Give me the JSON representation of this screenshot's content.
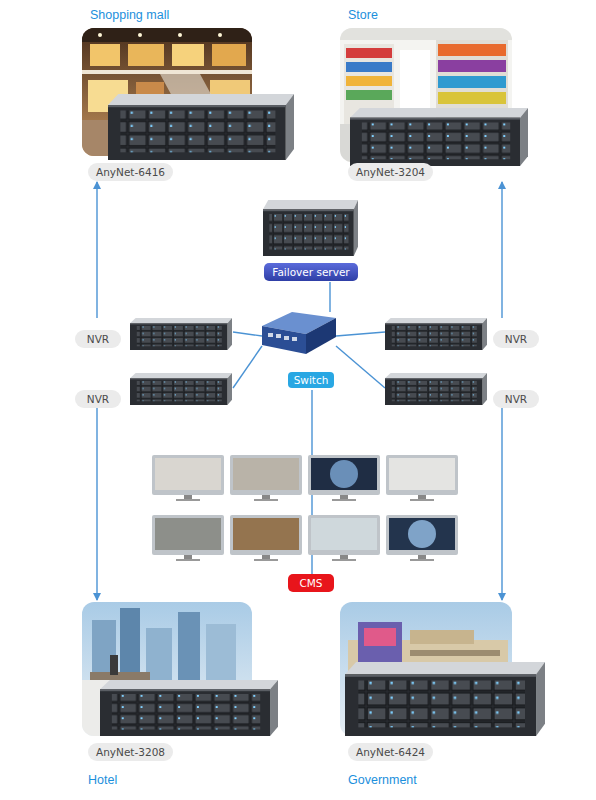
{
  "diagram": {
    "nodes": [
      {
        "text": [
          "Shopping mall",
          "AnyNet-6416"
        ]
      },
      {
        "text": [
          "Store",
          "AnyNet-3204"
        ]
      },
      {
        "text": [
          "Failover server"
        ]
      },
      {
        "text": [
          "NVR"
        ]
      },
      {
        "text": [
          "Switch"
        ]
      },
      {
        "text": [
          "NVR"
        ]
      },
      {
        "text": [
          "NVR"
        ]
      },
      {
        "text": [
          "NVR"
        ]
      },
      {
        "text": [
          "CMS"
        ]
      },
      {
        "text": [
          "AnyNet-3208",
          "Hotel"
        ]
      },
      {
        "text": [
          "AnyNet-6424",
          "Government"
        ]
      }
    ],
    "edges": [
      {
        "from": 4,
        "to": 2,
        "arrow": "none"
      },
      {
        "from": 4,
        "to": 3,
        "arrow": "none"
      },
      {
        "from": 4,
        "to": 5,
        "arrow": "none"
      },
      {
        "from": 4,
        "to": 6,
        "arrow": "none"
      },
      {
        "from": 4,
        "to": 7,
        "arrow": "none"
      },
      {
        "from": 4,
        "to": 8,
        "arrow": "none"
      },
      {
        "from": 3,
        "to": 0,
        "arrow": "to"
      },
      {
        "from": 5,
        "to": 1,
        "arrow": "to"
      },
      {
        "from": 6,
        "to": 9,
        "arrow": "to"
      },
      {
        "from": 7,
        "to": 10,
        "arrow": "to"
      }
    ]
  }
}
